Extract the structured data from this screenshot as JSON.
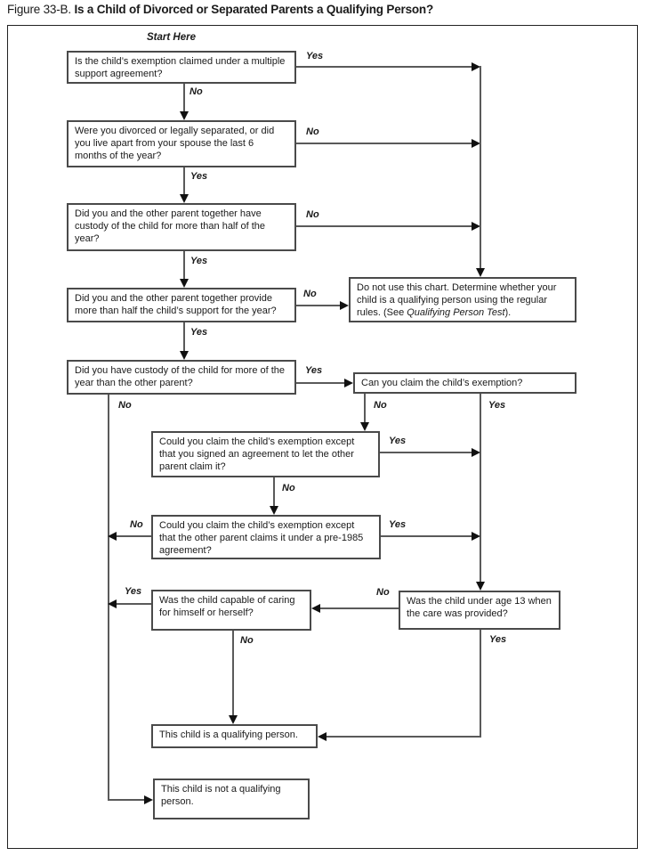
{
  "title": {
    "figure_label": "Figure 33-B.",
    "title_text": "Is a Child of Divorced or Separated Parents a Qualifying Person?"
  },
  "flowchart": {
    "start_label": "Start Here",
    "yes": "Yes",
    "no": "No",
    "nodes": {
      "multiple_support": "Is the child’s exemption claimed under a multiple support agreement?",
      "divorced_separated": "Were you divorced or legally separated, or did you live apart from your spouse the last 6 months of the year?",
      "custody_together": "Did you and the other parent together have custody of the child for more than half of the year?",
      "support_together": "Did you and the other parent together provide more than half the child’s support for the year?",
      "custody_more": "Did you have custody of the child for more of the year than the other parent?",
      "claim_exemption": "Can you claim the child’s exemption?",
      "signed_agreement": "Could you claim the child’s exemption except that you signed an agreement to let the other parent claim it?",
      "pre_1985": "Could you claim the child’s exemption except that the other parent claims it under a pre-1985 agreement?",
      "child_capable": "Was the child capable of caring for himself or herself?",
      "under_age_13": "Was the child under age 13 when the care was provided?",
      "do_not_use": {
        "before": "Do not use this chart. Determine whether your child is a qualifying person using the regular rules. (See ",
        "italic": "Qualifying Person Test",
        "after": ")."
      },
      "qualifying": "This child is a qualifying person.",
      "not_qualifying": "This child is not a qualifying person."
    }
  }
}
